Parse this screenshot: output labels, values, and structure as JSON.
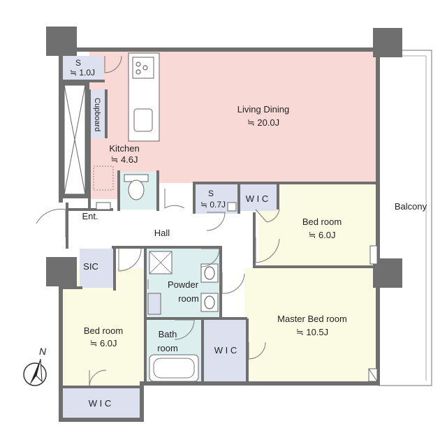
{
  "rooms": {
    "storage_top": {
      "name": "S",
      "size": "≒ 1.0J"
    },
    "living_dining": {
      "name": "Living Dining",
      "size": "≒ 20.0J"
    },
    "kitchen": {
      "name": "Kitchen",
      "size": "≒ 4.6J"
    },
    "cupboard": {
      "name": "Cupboard"
    },
    "storage_mid": {
      "name": "S",
      "size": "≒ 0.7J"
    },
    "wic_top": {
      "name": "W I C"
    },
    "bed_room_east": {
      "name": "Bed room",
      "size": "≒ 6.0J"
    },
    "balcony": {
      "name": "Balcony"
    },
    "entrance": {
      "name": "Ent."
    },
    "hall": {
      "name": "Hall"
    },
    "sic": {
      "name": "SIC"
    },
    "powder_room": {
      "name": "Powder",
      "name2": "room"
    },
    "master_bed_room": {
      "name": "Master Bed room",
      "size": "≒ 10.5J"
    },
    "bed_room_west": {
      "name": "Bed room",
      "size": "≒ 6.0J"
    },
    "bath_room": {
      "name": "Bath",
      "name2": "room"
    },
    "wic_center": {
      "name": "W I C"
    },
    "wic_bottom": {
      "name": "W I C"
    }
  },
  "compass": {
    "label": "N"
  },
  "colors": {
    "living": "#f8d9d5",
    "bedroom": "#fbfbe3",
    "wet": "#dcefee",
    "storage": "#dde1ef",
    "wall": "#6f6f6f",
    "floor": "#ffffff"
  }
}
